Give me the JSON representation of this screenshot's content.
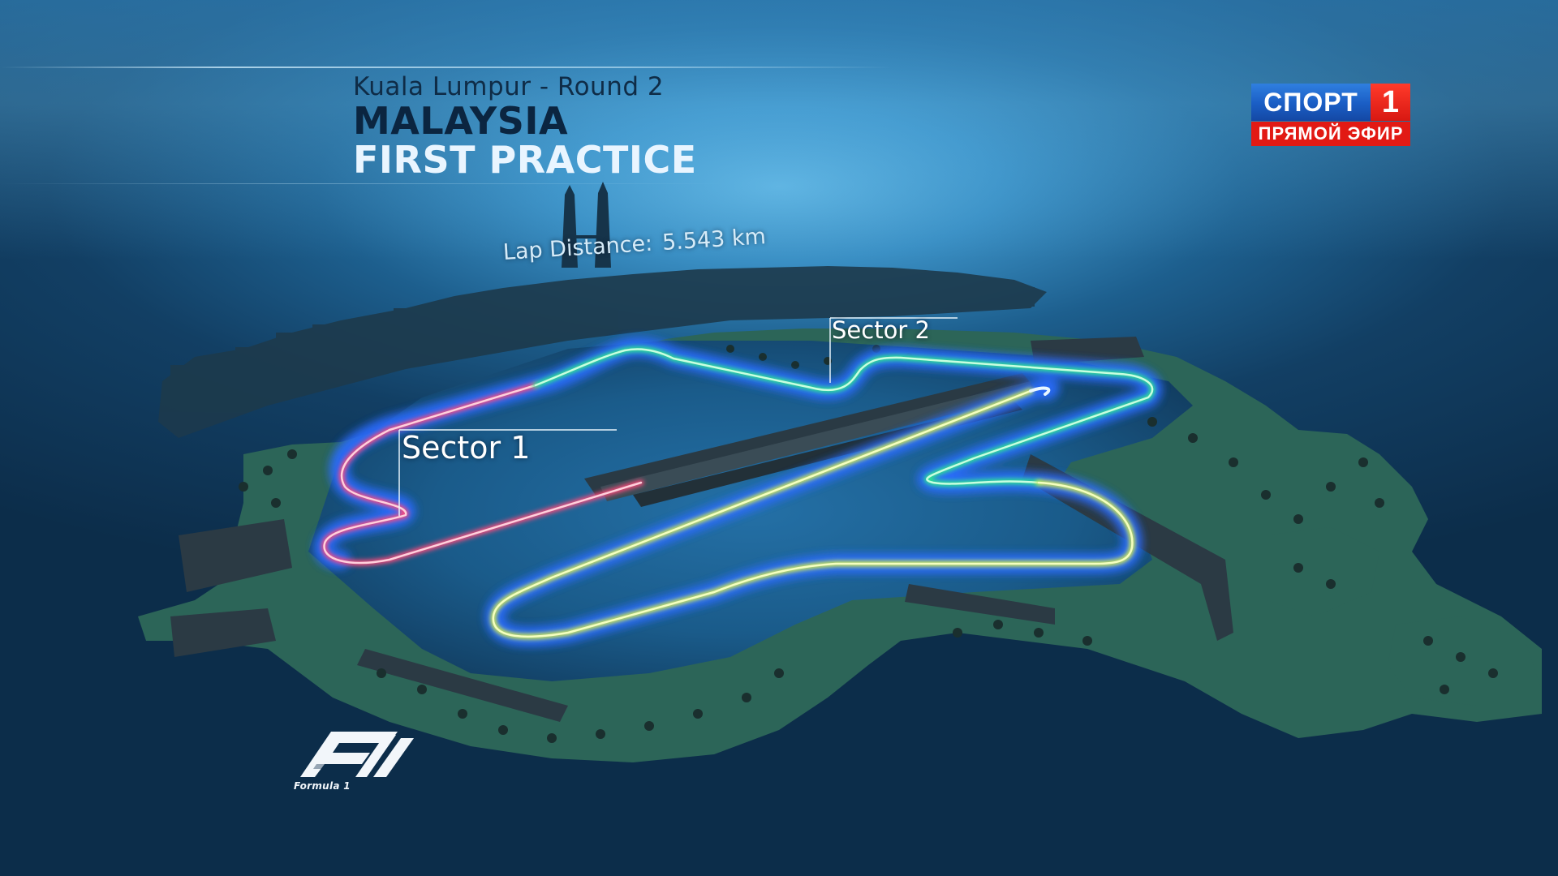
{
  "header": {
    "subtitle": "Kuala Lumpur - Round 2",
    "title": "MALAYSIA",
    "session": "FIRST PRACTICE"
  },
  "track": {
    "lap_distance_label": "Lap Distance:",
    "lap_distance_value": "5.543 km",
    "sectors": [
      {
        "label": "Sector 1",
        "color": "#ff4a7a"
      },
      {
        "label": "Sector 2",
        "color": "#2ee88a"
      }
    ],
    "sector_3_color": "#d8f04a",
    "outline_color": "#2a6cff"
  },
  "channel": {
    "name": "СПОРТ",
    "number": "1",
    "status": "ПРЯМОЙ ЭФИР",
    "blue": "#1a5dc4",
    "red": "#e21a14"
  },
  "branding": {
    "logo_icon": "f1-logo-icon",
    "caption": "Formula 1"
  },
  "colors": {
    "water": "#1b5d8c",
    "land": "#2f6a5c",
    "sky_glow": "#5fb3e0"
  }
}
